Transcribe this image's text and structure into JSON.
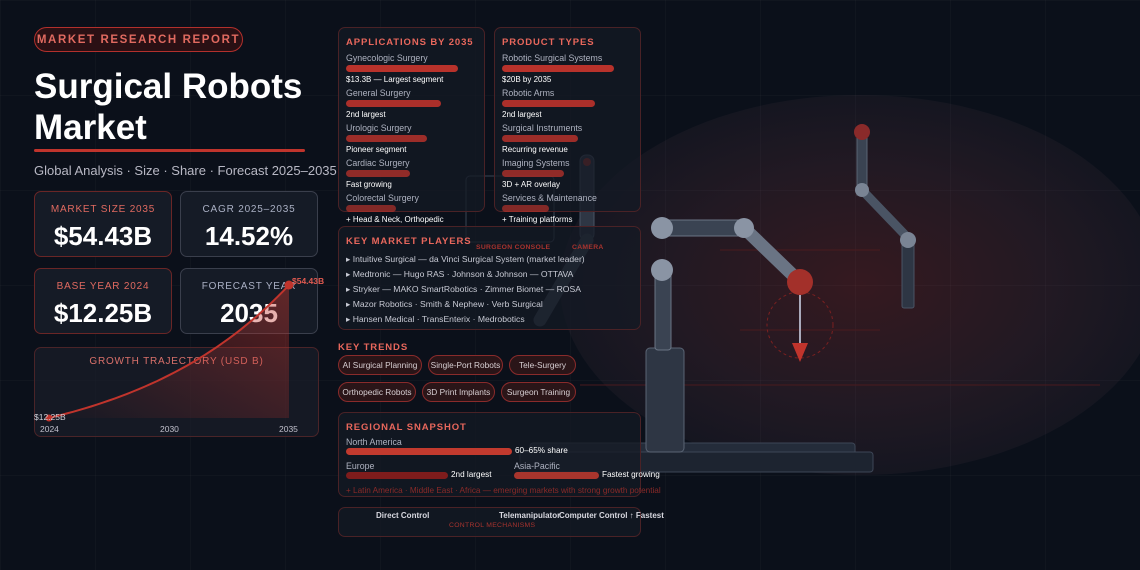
{
  "header": {
    "badge": "MARKET RESEARCH REPORT",
    "title_line1": "Surgical Robots",
    "title_line2": "Market",
    "subtitle": "Global Analysis · Size · Share · Forecast 2025–2035"
  },
  "stats": [
    {
      "label": "MARKET SIZE 2035",
      "value": "$54.43B"
    },
    {
      "label": "CAGR 2025–2035",
      "value": "14.52%"
    },
    {
      "label": "BASE YEAR 2024",
      "value": "$12.25B"
    },
    {
      "label": "FORECAST YEAR",
      "value": "2035"
    }
  ],
  "chart_data": {
    "type": "line",
    "title": "GROWTH TRAJECTORY (USD B)",
    "x": [
      2024,
      2035
    ],
    "values": [
      12.25,
      54.43
    ],
    "tick_labels": [
      "2024",
      "2030",
      "2035"
    ],
    "point_labels": [
      "$12.25B",
      "$54.43B"
    ],
    "color": "#c0342c"
  },
  "applications": {
    "title": "APPLICATIONS BY 2035",
    "items": [
      {
        "name": "Gynecologic Surgery",
        "note": "$13.3B — Largest segment",
        "share": 1.0
      },
      {
        "name": "General Surgery",
        "note": "2nd largest",
        "share": 0.85
      },
      {
        "name": "Urologic Surgery",
        "note": "Pioneer segment",
        "share": 0.72
      },
      {
        "name": "Cardiac Surgery",
        "note": "Fast growing",
        "share": 0.57
      },
      {
        "name": "Colorectal Surgery",
        "note": "+ Head & Neck, Orthopedic",
        "share": 0.45
      }
    ]
  },
  "products": {
    "title": "PRODUCT TYPES",
    "items": [
      {
        "name": "Robotic Surgical Systems",
        "note": "$20B by 2035",
        "share": 1.0
      },
      {
        "name": "Robotic Arms",
        "note": "2nd largest",
        "share": 0.83
      },
      {
        "name": "Surgical Instruments",
        "note": "Recurring revenue",
        "share": 0.68
      },
      {
        "name": "Imaging Systems",
        "note": "3D + AR overlay",
        "share": 0.55
      },
      {
        "name": "Services & Maintenance",
        "note": "+ Training platforms",
        "share": 0.42
      }
    ]
  },
  "players": {
    "title": "KEY MARKET PLAYERS",
    "items": [
      "▸ Intuitive Surgical — da Vinci Surgical System (market leader)",
      "▸ Medtronic — Hugo RAS · Johnson & Johnson — OTTAVA",
      "▸ Stryker — MAKO SmartRobotics · Zimmer Biomet — ROSA",
      "▸ Mazor Robotics · Smith & Nephew · Verb Surgical",
      "▸ Hansen Medical · TransEnterix · Medrobotics"
    ]
  },
  "trends": {
    "title": "KEY TRENDS",
    "items": [
      "AI Surgical Planning",
      "Single-Port Robots",
      "Tele-Surgery",
      "Orthopedic Robots",
      "3D Print Implants",
      "Surgeon Training"
    ]
  },
  "regional": {
    "title": "REGIONAL SNAPSHOT",
    "regions": [
      {
        "name": "North America",
        "note": "60–65% share"
      },
      {
        "name": "Europe",
        "note": "2nd largest"
      },
      {
        "name": "Asia-Pacific",
        "note": "Fastest growing"
      }
    ],
    "footer": "+ Latin America · Middle East · Africa — emerging markets with strong growth potential"
  },
  "control": {
    "title": "CONTROL MECHANISMS",
    "items": [
      "Direct Control",
      "Telemanipulator",
      "Computer Control ↑ Fastest"
    ]
  },
  "illustration": {
    "labels": [
      "SURGEON CONSOLE",
      "CAMERA"
    ]
  },
  "colors": {
    "accent": "#c0342c",
    "background": "#0b101a"
  }
}
